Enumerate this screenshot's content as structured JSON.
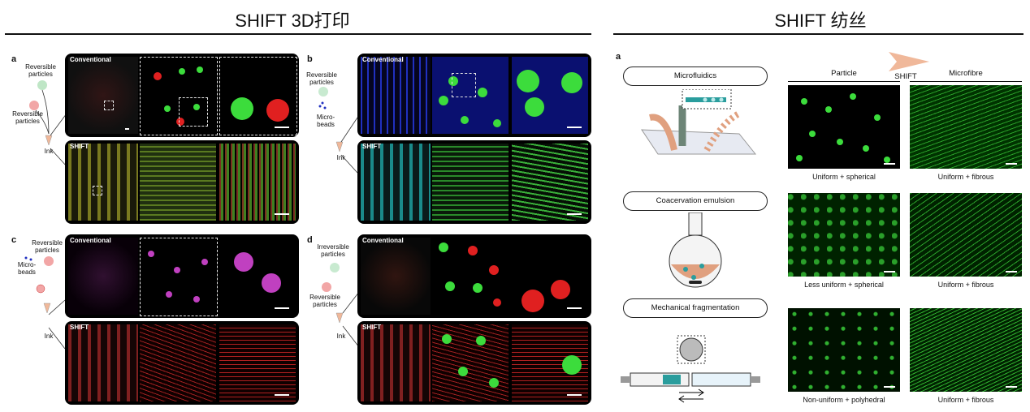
{
  "header": {
    "left_title": "SHIFT 3D打印",
    "right_title": "SHIFT 纺丝"
  },
  "left": {
    "panels": [
      {
        "label": "a",
        "schematic": [
          "Reversible particles",
          "Reversible particles",
          "Ink"
        ],
        "top_tag": "Conventional",
        "bottom_tag": "SHIFT"
      },
      {
        "label": "b",
        "schematic": [
          "Reversible particles",
          "Micro- beads",
          "Ink"
        ],
        "top_tag": "Conventional",
        "bottom_tag": "SHIFT"
      },
      {
        "label": "c",
        "schematic": [
          "Reversible particles",
          "Micro- beads",
          "Ink"
        ],
        "top_tag": "Conventional",
        "bottom_tag": "SHIFT"
      },
      {
        "label": "d",
        "schematic": [
          "Irreversible particles",
          "Reversible particles",
          "Ink"
        ],
        "top_tag": "Conventional",
        "bottom_tag": "SHIFT"
      }
    ]
  },
  "right": {
    "label": "a",
    "methods": [
      "Microfluidics",
      "Coacervation emulsion",
      "Mechanical fragmentation"
    ],
    "col_particle": "Particle",
    "col_shift": "SHIFT",
    "col_microfibre": "Microfibre",
    "captions_particle": [
      "Uniform + spherical",
      "Less uniform + spherical",
      "Non-uniform + polyhedral"
    ],
    "captions_fibre": [
      "Uniform + fibrous",
      "Uniform + fibrous",
      "Uniform + fibrous"
    ],
    "colors": {
      "accent_arrow": "#f0b89a",
      "tube": "#e0a07f",
      "green": "#3cdc3c",
      "red": "#e02020",
      "blue": "#2030c0"
    }
  }
}
